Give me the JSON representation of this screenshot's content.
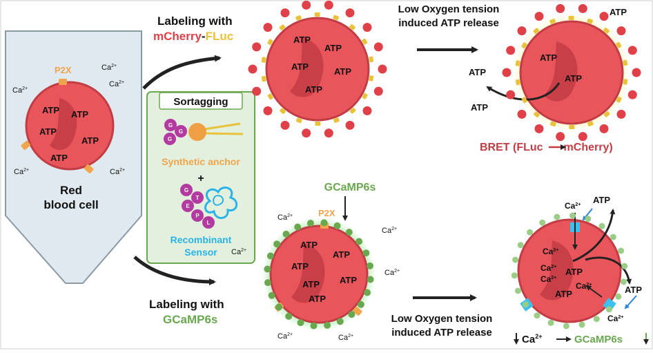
{
  "rbc": {
    "p2x": "P2X",
    "ca": "Ca",
    "ca_sup": "2+",
    "atp": "ATP",
    "label_line1": "Red",
    "label_line2": "blood cell"
  },
  "top_branch": {
    "label_line1": "Labeling with",
    "label_mcherry": "mCherry",
    "label_dash": "-",
    "label_fluc": "FLuc",
    "release_line1": "Low Oxygen tension",
    "release_line2": "induced ATP release",
    "atp": "ATP",
    "bret_prefix": "BRET (FLuc",
    "bret_suffix": "mCherry)"
  },
  "sortagging": {
    "title": "Sortagging",
    "synthetic_anchor": "Synthetic anchor",
    "plus": "+",
    "recombinant_line1": "Recombinant",
    "recombinant_line2": "Sensor",
    "anchor_beads": [
      "G",
      "G",
      "G"
    ],
    "sensor_beads": [
      "G",
      "T",
      "E",
      "P",
      "L"
    ]
  },
  "bottom_branch": {
    "gcamp_title": "GCaMP6s",
    "p2x": "P2X",
    "ca": "Ca",
    "ca_sup": "2+",
    "atp": "ATP",
    "label_line1": "Labeling with",
    "label_line2": "GCaMP6s",
    "release_line1": "Low Oxygen tension",
    "release_line2": "induced ATP release",
    "footer_ca": "Ca",
    "footer_ca_sup": "2+",
    "footer_gcamp": "GCaMP6s"
  },
  "colors": {
    "cell": "#e8555a",
    "cell_dark": "#c23c44",
    "mcherry": "#e04048",
    "fluc": "#e8c23a",
    "p2x": "#f0a44c",
    "gcamp": "#6aa84f",
    "sensor_blue": "#2bb3e8",
    "box_green": "#e3f0dd",
    "box_border": "#6aa84f",
    "tube": "#dfe9ef",
    "bead_purple": "#b23aa0"
  }
}
